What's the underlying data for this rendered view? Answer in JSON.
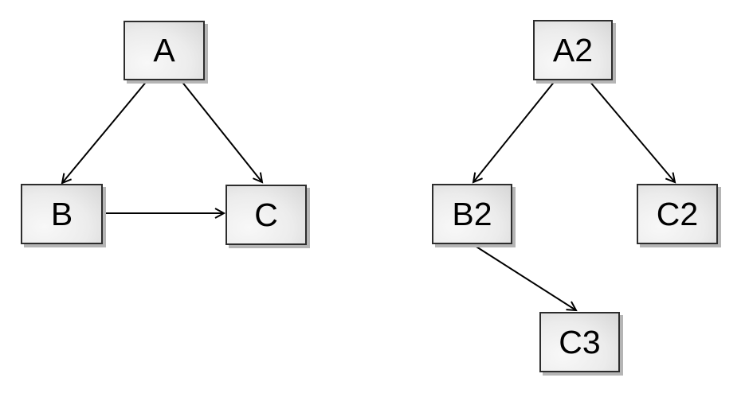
{
  "diagrams": [
    {
      "name": "left-graph",
      "nodes": [
        {
          "id": "A",
          "label": "A"
        },
        {
          "id": "B",
          "label": "B"
        },
        {
          "id": "C",
          "label": "C"
        }
      ],
      "edges": [
        {
          "from": "A",
          "to": "B"
        },
        {
          "from": "A",
          "to": "C"
        },
        {
          "from": "B",
          "to": "C"
        }
      ]
    },
    {
      "name": "right-graph",
      "nodes": [
        {
          "id": "A2",
          "label": "A2"
        },
        {
          "id": "B2",
          "label": "B2"
        },
        {
          "id": "C2",
          "label": "C2"
        },
        {
          "id": "C3",
          "label": "C3"
        }
      ],
      "edges": [
        {
          "from": "A2",
          "to": "B2"
        },
        {
          "from": "A2",
          "to": "C2"
        },
        {
          "from": "B2",
          "to": "C3"
        }
      ]
    }
  ],
  "style": {
    "background": "#ffffff",
    "node_fill_light": "#f8f8f8",
    "node_fill_dark": "#d6d6d6",
    "node_border": "#2d2d2d",
    "node_shadow": "#b5b5b5",
    "edge_color": "#000000",
    "label_color": "#000000"
  }
}
